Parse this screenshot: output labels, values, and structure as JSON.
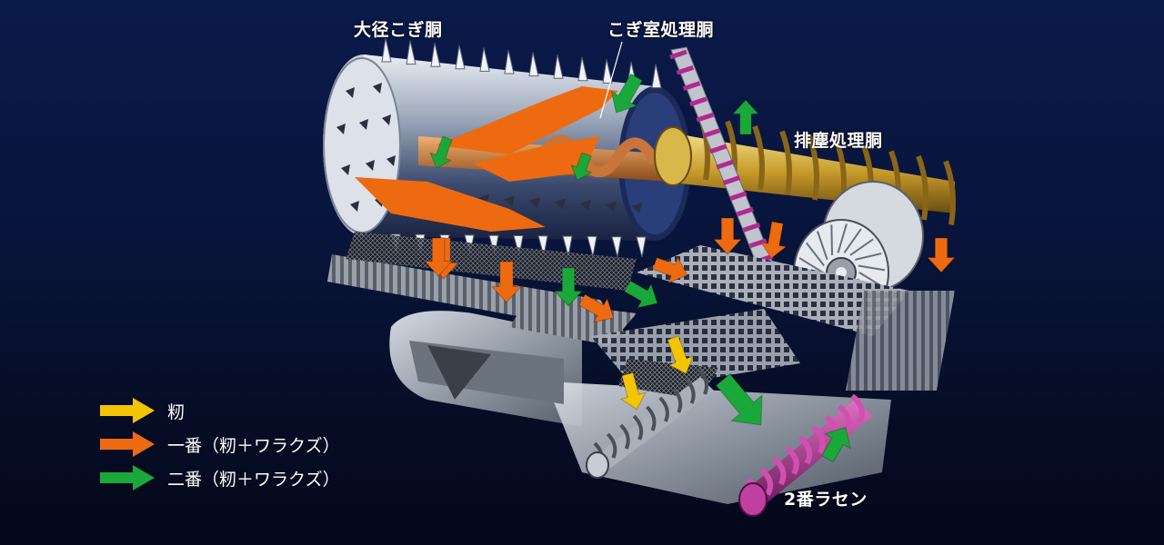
{
  "labels": {
    "large_drum": "大径こぎ胴",
    "threshing_chamber_drum": "こぎ室処理胴",
    "waste_drum": "排塵処理胴",
    "screw_2": "2番ラセン"
  },
  "legend": [
    {
      "color": "#f5c400",
      "text": "籾"
    },
    {
      "color": "#ee6a10",
      "text": "一番（籾＋ワラクズ）"
    },
    {
      "color": "#1aa83a",
      "text": "二番（籾＋ワラクズ）"
    }
  ],
  "colors": {
    "yellow": "#f5c400",
    "orange": "#ee6a10",
    "green": "#1aa83a"
  }
}
